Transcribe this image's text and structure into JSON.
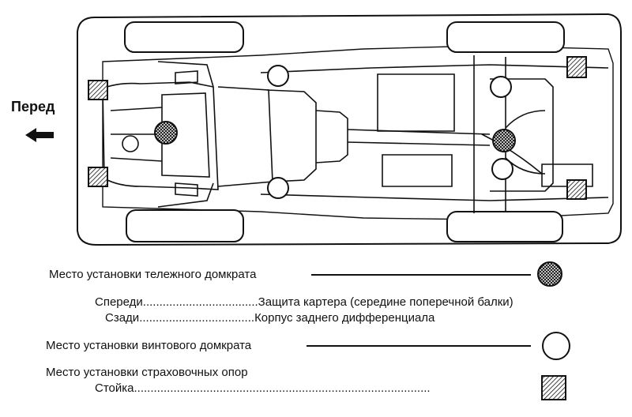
{
  "diagram": {
    "direction_label": "Перед",
    "legend": {
      "trolley_jack": {
        "title": "Место установки тележного домкрата",
        "front_label": "Спереди",
        "front_dots": "...................................",
        "front_value": "Защита картера (середине поперечной балки)",
        "rear_label": "Сзади",
        "rear_dots": "...................................",
        "rear_value": "Корпус  заднего дифференциала"
      },
      "screw_jack": {
        "title": "Место установки  винтового домкрата"
      },
      "safety_stands": {
        "title": "Место установки  страховочных опор",
        "item_label": "Стойка",
        "item_dots": ".........................................................................................."
      }
    },
    "colors": {
      "line": "#111111",
      "background": "#ffffff"
    },
    "icons": [
      "arrow-left-icon",
      "crosshatch-circle-icon",
      "open-circle-icon",
      "hatched-square-icon"
    ]
  }
}
